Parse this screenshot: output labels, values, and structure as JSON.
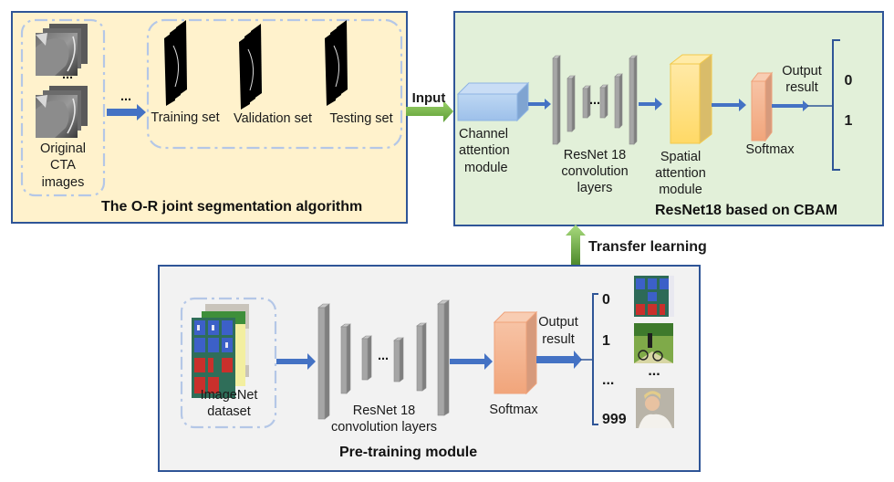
{
  "segmentation_panel": {
    "title": "The O-R joint segmentation algorithm",
    "original_images_label": [
      "Original",
      "CTA",
      "images"
    ],
    "ellipsis": "...",
    "arrow_ellipsis": "...",
    "sets": [
      "Training set",
      "Validation set",
      "Testing set"
    ]
  },
  "input_arrow_label": "Input",
  "cbam_panel": {
    "title": "ResNet18 based on  CBAM",
    "channel_attention_label": [
      "Channel",
      "attention",
      "module"
    ],
    "resnet_label": [
      "ResNet 18",
      "convolution",
      "layers"
    ],
    "spatial_attention_label": [
      "Spatial",
      "attention",
      "module"
    ],
    "softmax_label": "Softmax",
    "output_label": [
      "Output",
      "result"
    ],
    "ellipsis": "...",
    "outputs": [
      "0",
      "1"
    ]
  },
  "transfer_arrow_label": "Transfer learning",
  "pretraining_panel": {
    "title": "Pre-training module",
    "dataset_label": [
      "ImageNet",
      "dataset"
    ],
    "resnet_label": [
      "ResNet 18",
      "convolution layers"
    ],
    "softmax_label": "Softmax",
    "output_label": [
      "Output",
      "result"
    ],
    "ellipsis": "...",
    "outputs": [
      "0",
      "1",
      "...",
      "999"
    ],
    "image_ellipsis": "..."
  },
  "colors": {
    "panel_border": "#2F5597",
    "segmentation_bg": "#FFF2CC",
    "cbam_bg": "#E2F0D9",
    "pretraining_bg": "#F2F2F2",
    "dashed_border": "#B4C7E7",
    "flow_arrow": "#4472C4",
    "transfer_arrow": "#70AD47",
    "channel_block": "#A9C8EE",
    "spatial_block": "#FFE38A",
    "softmax_block": "#F4B28E",
    "conv_layer": "#A6A6A6"
  }
}
